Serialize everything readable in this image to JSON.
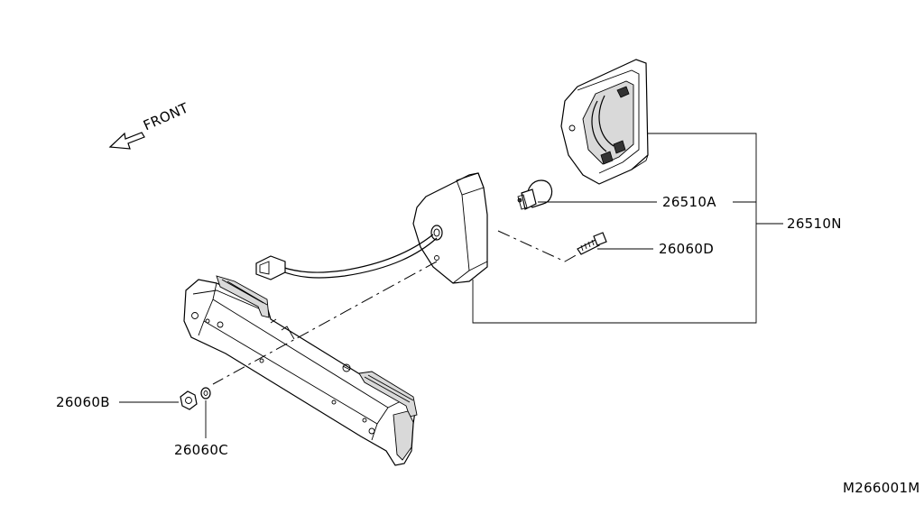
{
  "labels": {
    "front": "FRONT",
    "bulb": "26510A",
    "screw": "26060D",
    "assembly": "26510N",
    "nut": "26060B",
    "washer": "26060C",
    "drawing_id": "M266001M"
  }
}
